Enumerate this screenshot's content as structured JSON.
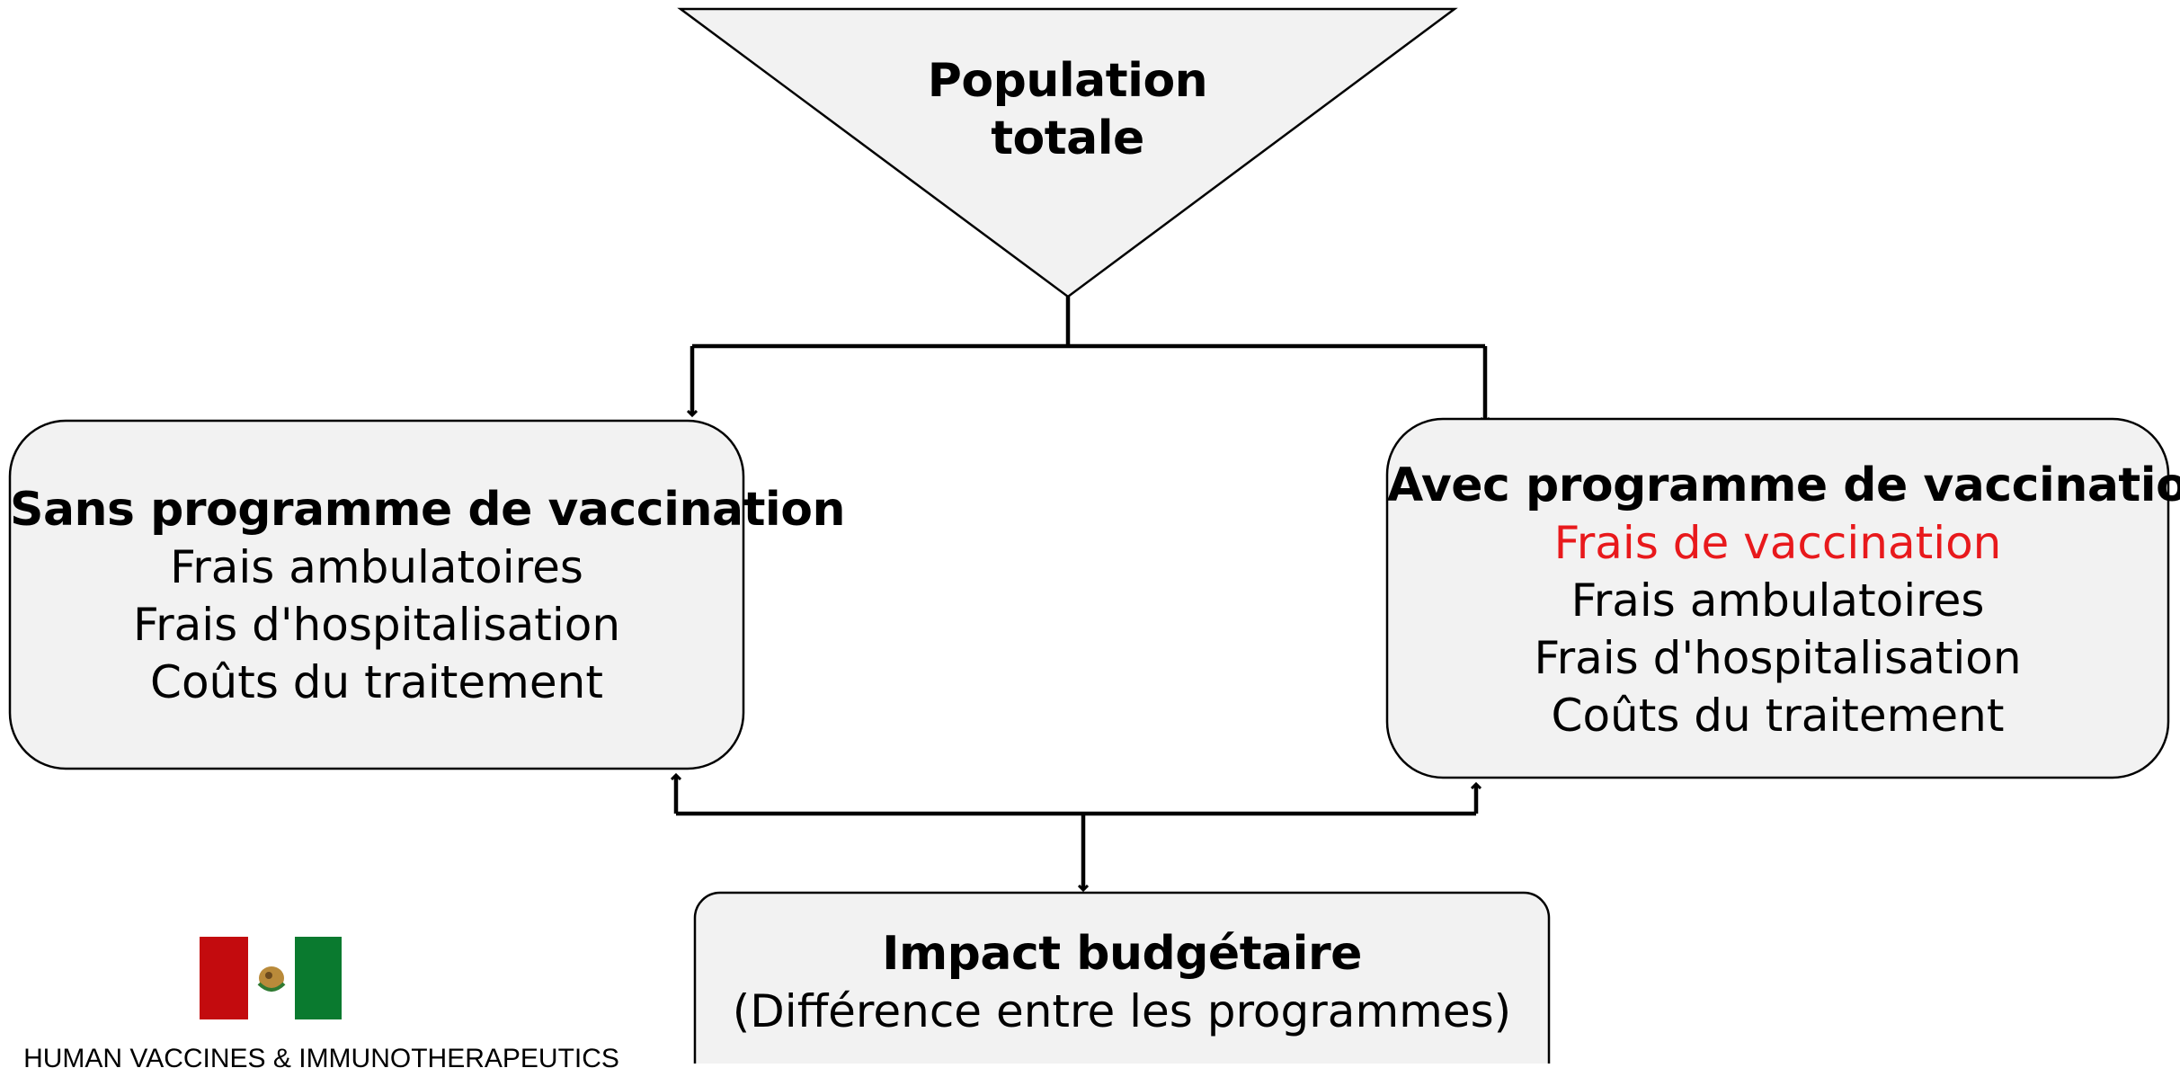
{
  "top_node": {
    "lines": [
      "Population",
      "totale"
    ]
  },
  "left_node": {
    "title": "Sans programme de vaccination",
    "items": [
      "Frais ambulatoires",
      "Frais d'hospitalisation",
      "Coûts du traitement"
    ]
  },
  "right_node": {
    "title": "Avec programme de vaccination",
    "highlight": "Frais de vaccination",
    "items": [
      "Frais ambulatoires",
      "Frais d'hospitalisation",
      "Coûts du traitement"
    ]
  },
  "bottom_node": {
    "title": "Impact budgétaire",
    "subtitle": "(Différence entre les programmes)"
  },
  "logo": {
    "caption": "HUMAN VACCINES & IMMUNOTHERAPEUTICS",
    "flag_colors": {
      "left": "#c30b0e",
      "middle": "#ffffff",
      "right": "#0a7a2f"
    }
  },
  "colors": {
    "box_fill": "#f2f2f2",
    "stroke": "#000000",
    "highlight": "#e8191c"
  }
}
